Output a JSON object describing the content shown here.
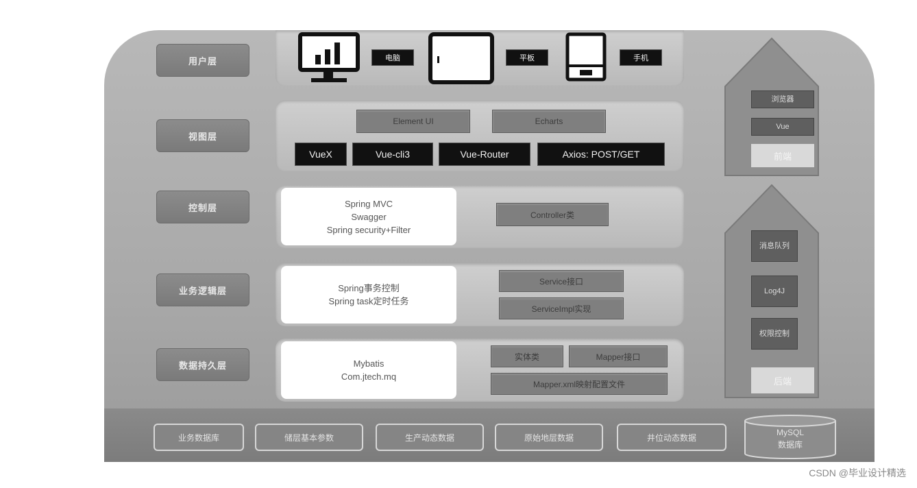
{
  "layers": {
    "client": "用户层",
    "view": "视图层",
    "control": "控制层",
    "business": "业务逻辑层",
    "data": "数据持久层"
  },
  "client_row": {
    "pc": "电脑",
    "tablet": "平板",
    "phone": "手机"
  },
  "view_row": {
    "top": [
      "Element UI",
      "Echarts"
    ],
    "bottom": [
      "VueX",
      "Vue-cli3",
      "Vue-Router",
      "Axios: POST/GET"
    ]
  },
  "control_row": {
    "lines": [
      "Spring MVC",
      "Swagger",
      "Spring security+Filter"
    ],
    "box": "Controller类"
  },
  "business_row": {
    "lines": [
      "Spring事务控制",
      "Spring task定时任务"
    ],
    "boxes": [
      "Service接口",
      "ServiceImpl实现"
    ]
  },
  "data_row": {
    "lines": [
      "Mybatis",
      "Com.jtech.mq"
    ],
    "boxes": [
      "实体类",
      "Mapper接口",
      "Mapper.xml映射配置文件"
    ]
  },
  "side": {
    "front": {
      "items": [
        "浏览器",
        "Vue"
      ],
      "label": "前端"
    },
    "back": {
      "items": [
        "消息队列",
        "Log4J",
        "权限控制"
      ],
      "label": "后端"
    }
  },
  "bottom": {
    "items": [
      "业务数据库",
      "储层基本参数",
      "生产动态数据",
      "原始地层数据",
      "井位动态数据"
    ],
    "db": [
      "MySQL",
      "数据库"
    ]
  },
  "watermark": "CSDN @毕业设计精选"
}
